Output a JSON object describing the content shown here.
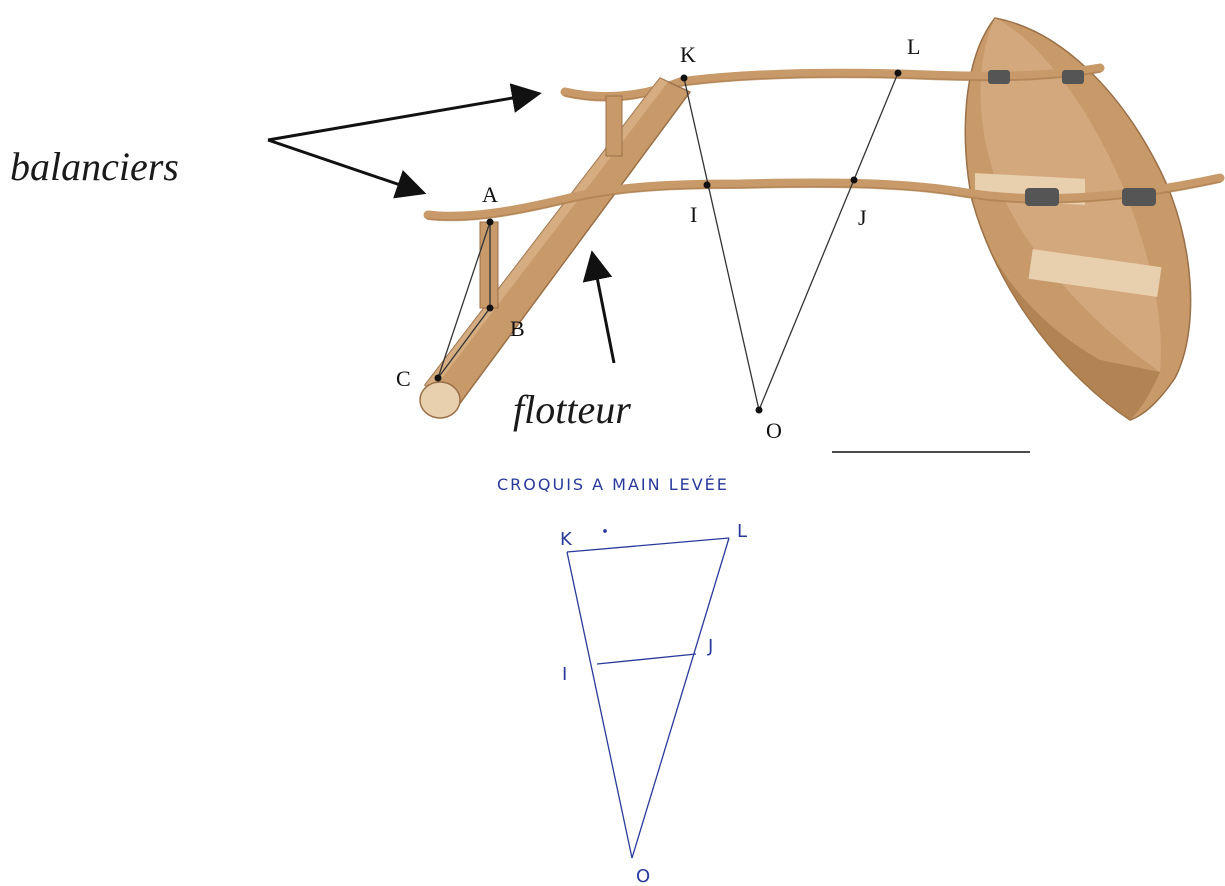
{
  "labels": {
    "balanciers": "balanciers",
    "flotteur": "flotteur"
  },
  "points": {
    "K": "K",
    "L": "L",
    "A": "A",
    "I": "I",
    "J": "J",
    "B": "B",
    "C": "C",
    "O": "O"
  },
  "sketch": {
    "title": "CROQUIS A MAIN LEVÉE",
    "K": "K",
    "L": "L",
    "I": "I",
    "J": "J",
    "O": "O"
  },
  "colors": {
    "wood": "#c89a6a",
    "wood_dark": "#a87a4a",
    "hull": "#c8966a",
    "hull_inner": "#dcb48c",
    "ink": "#2a3a9a"
  }
}
